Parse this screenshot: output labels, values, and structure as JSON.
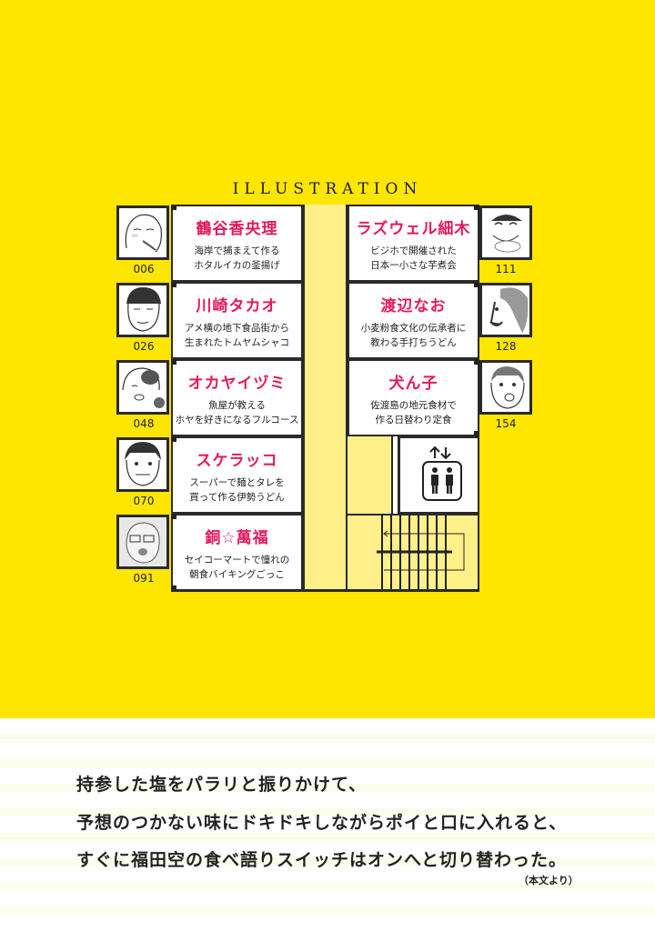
{
  "cover": {
    "section_title": "ILLUSTRATION",
    "colors": {
      "background_yellow": "#FFE600",
      "corridor_yellow": "#FFF08A",
      "name_pink": "#E5195F",
      "line": "#2a2a2a"
    }
  },
  "floor_plan": {
    "left_rooms": [
      {
        "name": "鶴谷香央理",
        "desc_line1": "海岸で捕まえて作る",
        "desc_line2": "ホタルイカの釜揚げ",
        "page": "006"
      },
      {
        "name": "川崎タカオ",
        "desc_line1": "アメ横の地下食品街から",
        "desc_line2": "生まれたトムヤムシャコ",
        "page": "026"
      },
      {
        "name": "オカヤイヅミ",
        "desc_line1": "魚屋が教える",
        "desc_line2": "ホヤを好きになるフルコース",
        "page": "048"
      },
      {
        "name": "スケラッコ",
        "desc_line1": "スーパーで麺とタレを",
        "desc_line2": "買って作る伊勢うどん",
        "page": "070"
      },
      {
        "name": "銅☆萬福",
        "desc_line1": "セイコーマートで憧れの",
        "desc_line2": "朝食バイキングごっこ",
        "page": "091"
      }
    ],
    "right_rooms": [
      {
        "name": "ラズウェル細木",
        "desc_line1": "ビジホで開催された",
        "desc_line2": "日本一小さな芋煮会",
        "page": "111"
      },
      {
        "name": "渡辺なお",
        "desc_line1": "小麦粉食文化の伝承者に",
        "desc_line2": "教わる手打ちうどん",
        "page": "128"
      },
      {
        "name": "犬ん子",
        "desc_line1": "佐渡島の地元食材で",
        "desc_line2": "作る日替わり定食",
        "page": "154"
      }
    ],
    "elevator_icon": "elevator-icon",
    "stairs_icon": "stairs-icon"
  },
  "quote": {
    "lines": [
      "持参した塩をパラリと振りかけて、",
      "予想のつかない味にドキドキしながらポイと口に入れると、",
      "すぐに福田空の食べ語りスイッチはオンへと切り替わった。"
    ],
    "source": "（本文より）"
  }
}
